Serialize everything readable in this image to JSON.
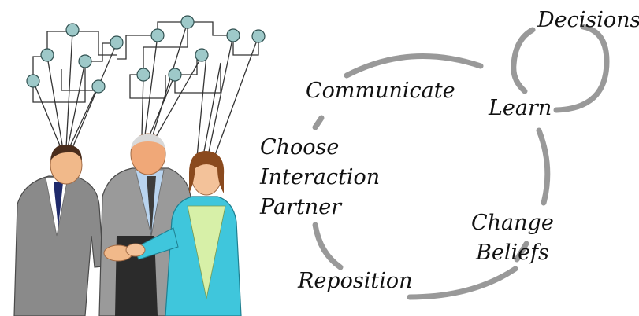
{
  "diagram": {
    "labels": {
      "decisions": "Decisions",
      "communicate": "Communicate",
      "learn": "Learn",
      "choose": "Choose",
      "interaction": "Interaction",
      "partner": "Partner",
      "change": "Change",
      "beliefs": "Beliefs",
      "reposition": "Reposition"
    },
    "colors": {
      "cycle_arc": "#999999",
      "network_node": "#9ec9c9",
      "network_line": "#333333",
      "suit_gray": "#8a8a8a",
      "jacket_cyan": "#3fc6dc",
      "dress_green": "#d7f0a8",
      "skin": "#f1b98a"
    },
    "illustration": "three-people-handshake-with-neural-networks"
  }
}
